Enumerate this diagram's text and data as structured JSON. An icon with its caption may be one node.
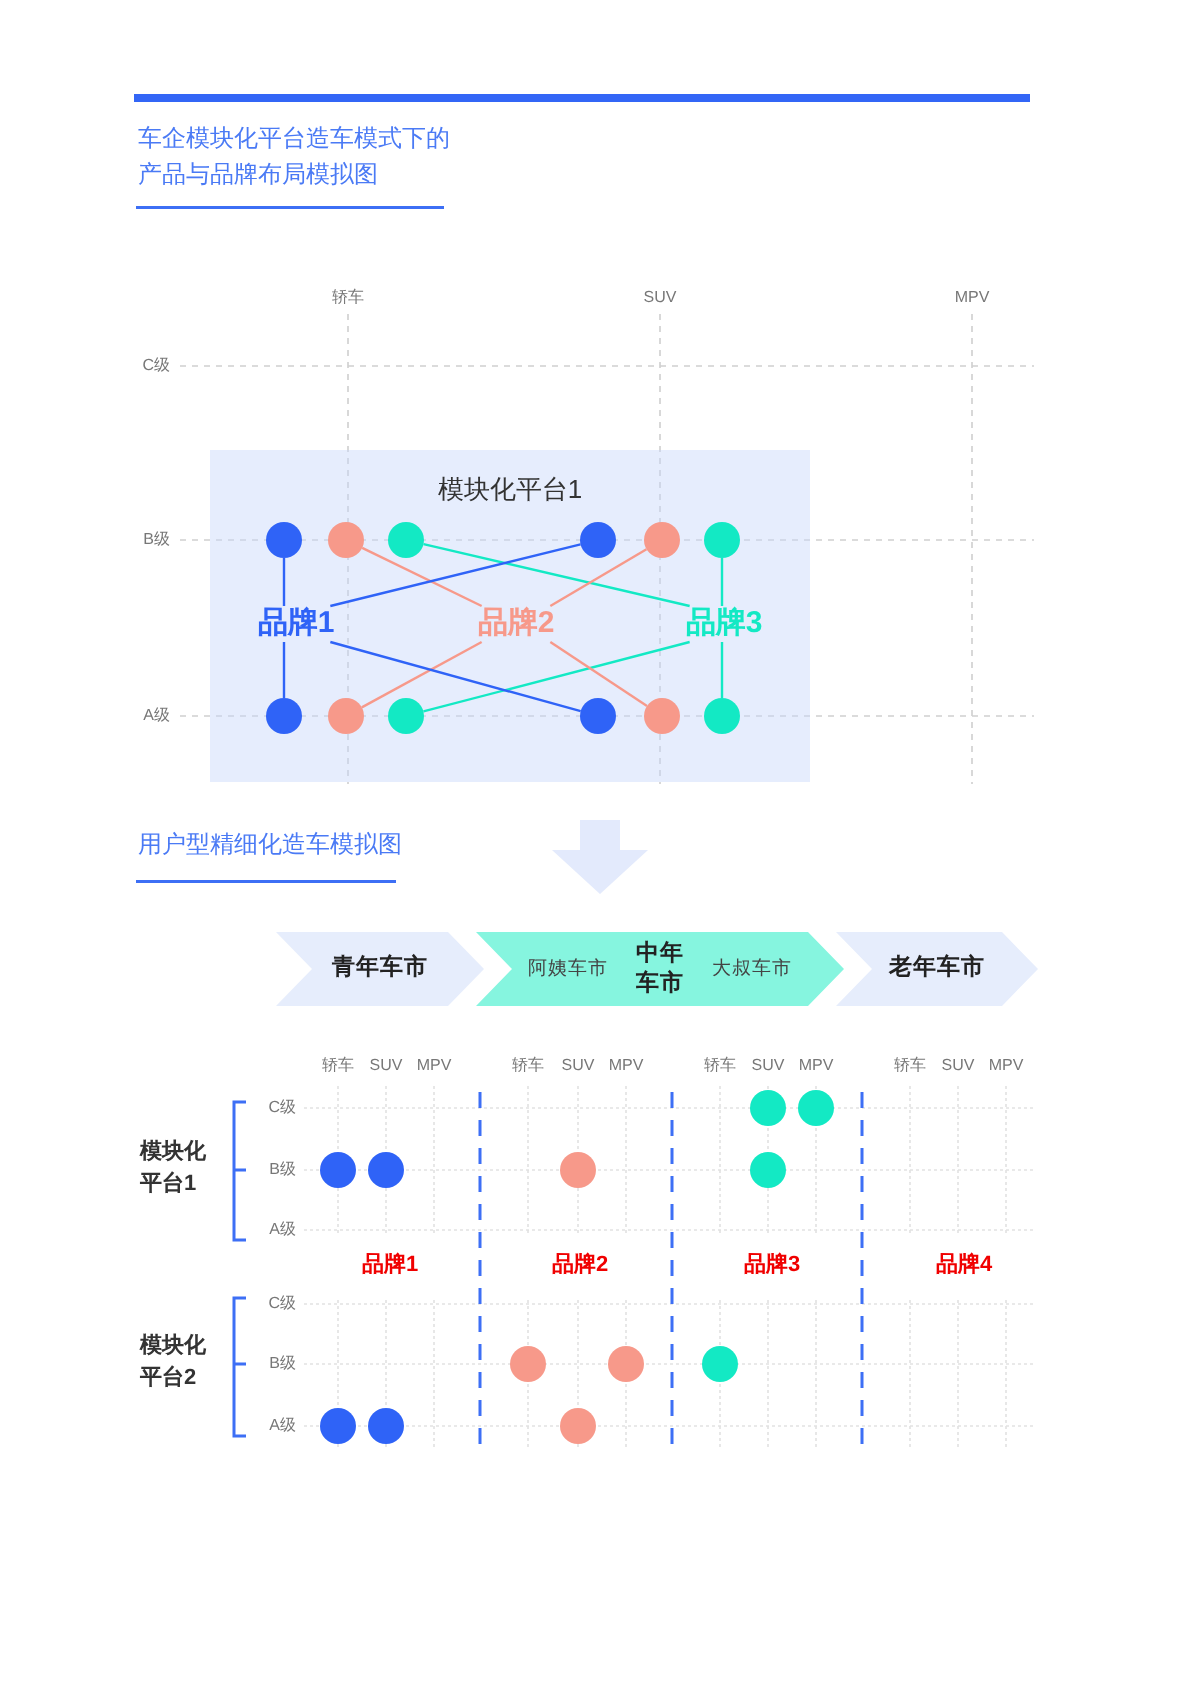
{
  "diagram": {
    "title": "车企模块化平台造车模式下的产品与品牌布局模拟图",
    "nodes": [
      {
        "text": [
          "模块化平台1"
        ]
      },
      {
        "text": [],
        "shape": "circle",
        "in": 0
      },
      {
        "text": [],
        "shape": "circle",
        "in": 0
      },
      {
        "text": [],
        "shape": "circle",
        "in": 0
      },
      {
        "text": [],
        "shape": "circle",
        "in": 0
      },
      {
        "text": [],
        "shape": "circle",
        "in": 0
      },
      {
        "text": [],
        "shape": "circle",
        "in": 0
      },
      {
        "text": [
          "品牌1"
        ],
        "in": 0
      },
      {
        "text": [
          "品牌2"
        ],
        "in": 0
      },
      {
        "text": [
          "品牌3"
        ],
        "in": 0
      },
      {
        "text": [],
        "shape": "circle",
        "in": 0
      },
      {
        "text": [],
        "shape": "circle",
        "in": 0
      },
      {
        "text": [],
        "shape": "circle",
        "in": 0
      },
      {
        "text": [],
        "shape": "circle",
        "in": 0
      },
      {
        "text": [],
        "shape": "circle",
        "in": 0
      },
      {
        "text": [],
        "shape": "circle",
        "in": 0
      },
      {
        "text": [
          "青年车市"
        ]
      },
      {
        "text": [
          "阿姨车市",
          "中年车市",
          "大叔车市"
        ]
      },
      {
        "text": [
          "老年车市"
        ]
      },
      {
        "text": [],
        "shape": "circle"
      },
      {
        "text": [],
        "shape": "circle"
      },
      {
        "text": [],
        "shape": "circle"
      },
      {
        "text": [],
        "shape": "circle"
      },
      {
        "text": [],
        "shape": "circle"
      },
      {
        "text": [],
        "shape": "circle"
      },
      {
        "text": [],
        "shape": "circle"
      },
      {
        "text": [],
        "shape": "circle"
      },
      {
        "text": [],
        "shape": "circle"
      },
      {
        "text": [],
        "shape": "circle"
      },
      {
        "text": [],
        "shape": "circle"
      },
      {
        "text": [],
        "shape": "circle"
      }
    ],
    "edges": [
      {
        "from": 1,
        "to": 7,
        "arrow": "none",
        "color": "#2f63f7"
      },
      {
        "from": 2,
        "to": 8,
        "arrow": "none",
        "color": "#f7998a"
      },
      {
        "from": 3,
        "to": 9,
        "arrow": "none",
        "color": "#13e9c4"
      },
      {
        "from": 4,
        "to": 7,
        "arrow": "none",
        "color": "#2f63f7"
      },
      {
        "from": 5,
        "to": 8,
        "arrow": "none",
        "color": "#f7998a"
      },
      {
        "from": 6,
        "to": 9,
        "arrow": "none",
        "color": "#13e9c4"
      },
      {
        "from": 10,
        "to": 7,
        "arrow": "none",
        "color": "#2f63f7"
      },
      {
        "from": 11,
        "to": 8,
        "arrow": "none",
        "color": "#f7998a"
      },
      {
        "from": 12,
        "to": 9,
        "arrow": "none",
        "color": "#13e9c4"
      },
      {
        "from": 13,
        "to": 7,
        "arrow": "none",
        "color": "#2f63f7"
      },
      {
        "from": 14,
        "to": 8,
        "arrow": "none",
        "color": "#f7998a"
      },
      {
        "from": 15,
        "to": 9,
        "arrow": "none",
        "color": "#13e9c4"
      }
    ],
    "labels": [
      "轿车",
      "SUV",
      "MPV",
      "C级",
      "B级",
      "A级",
      "用户型精细化造车模拟图",
      "轿车",
      "SUV",
      "MPV",
      "轿车",
      "SUV",
      "MPV",
      "轿车",
      "SUV",
      "MPV",
      "轿车",
      "SUV",
      "MPV",
      "C级",
      "模块化平台1",
      "B级",
      "A级",
      "品牌1",
      "品牌2",
      "品牌3",
      "品牌4",
      "C级",
      "模块化平台2",
      "B级",
      "A级"
    ]
  }
}
